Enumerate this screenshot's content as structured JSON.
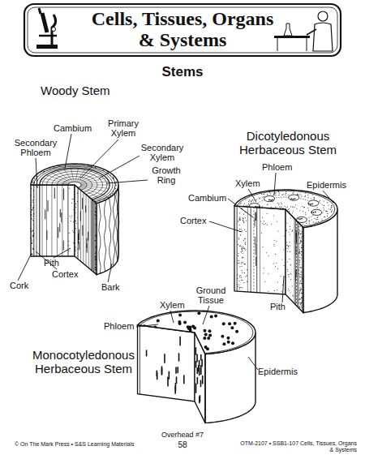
{
  "diagram": {
    "title": "Cells, Tissues, Organs & Systems",
    "labels": [
      "Stems",
      "Woody Stem",
      "Cambium",
      "Primary Xylem",
      "Secondary Phloem",
      "Secondary Xylem",
      "Growth Ring",
      "Pith",
      "Cortex",
      "Cork",
      "Bark",
      "Dicotyledonous Herbaceous Stem",
      "Phloem",
      "Xylem",
      "Epidermis",
      "Cambium",
      "Cortex",
      "Pith",
      "Xylem",
      "Ground Tissue",
      "Phloem",
      "Monocotyledonous Herbaceous Stem",
      "Epidermis",
      "© On The Mark Press • S&S Learning Materials",
      "Overhead #7",
      "58",
      "OTM-2107 • SSB1-107 Cells, Tissues, Organs & Systems"
    ]
  }
}
